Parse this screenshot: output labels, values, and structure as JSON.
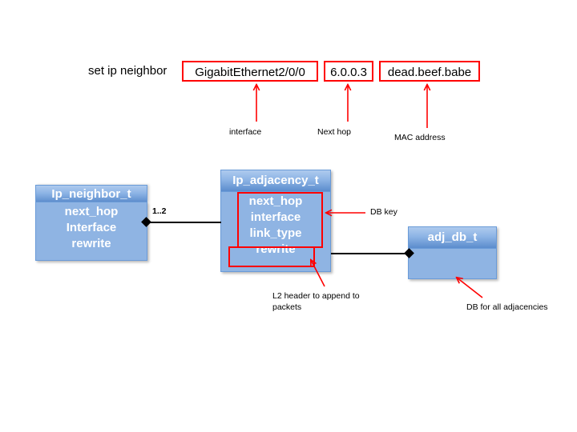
{
  "command": {
    "label": "set ip neighbor",
    "fields": [
      {
        "name": "interface",
        "value": "GigabitEthernet2/0/0",
        "caption": "interface"
      },
      {
        "name": "next-hop",
        "value": "6.0.0.3",
        "caption": "Next hop"
      },
      {
        "name": "mac-address",
        "value": "dead.beef.babe",
        "caption": "MAC address"
      }
    ]
  },
  "diagram": {
    "classes": [
      {
        "id": "ip-neighbor",
        "title": "Ip_neighbor_t",
        "fields": [
          "next_hop",
          "Interface",
          "rewrite"
        ]
      },
      {
        "id": "ip-adjacency",
        "title": "Ip_adjacency_t",
        "fields": [
          "next_hop",
          "interface",
          "link_type",
          "rewrite"
        ]
      },
      {
        "id": "adj-db",
        "title": "adj_db_t",
        "fields": []
      }
    ],
    "multiplicity": "1..2",
    "annotations": {
      "db_key": "DB key",
      "l2_header": "L2 header to append to packets",
      "db_all_adjacencies": "DB for all adjacencies"
    }
  },
  "colors": {
    "highlight": "#FF0000",
    "box_fill": "#8FB4E3",
    "box_header_top": "#AECAEE",
    "box_header_bottom": "#5B8CCD",
    "box_border": "#6A9BD8",
    "connector": "#000000",
    "background": "#FFFFFF"
  }
}
